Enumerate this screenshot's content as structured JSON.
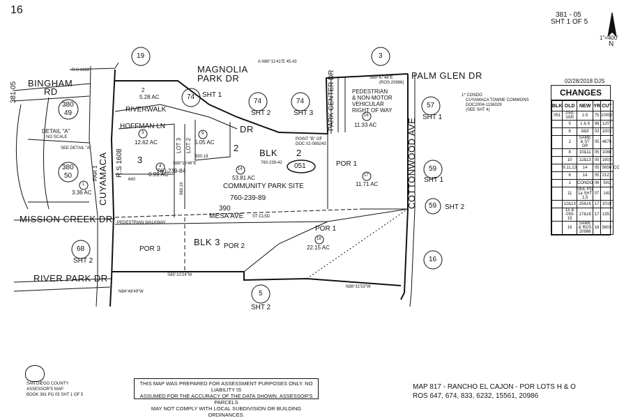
{
  "header": {
    "page_number": "16",
    "book_ref": "381 - 05",
    "sheet_ref": "SHT 1 OF 5",
    "scale": "1\"=400'",
    "north": "N",
    "side_ref": "381-05",
    "date_stamp": "02/28/2018 DJS"
  },
  "streets": {
    "magnolia": "MAGNOLIA",
    "park_dr": "PARK DR",
    "palm_glen": "PALM GLEN DR",
    "bingham": "BINGHAM",
    "bingham_rd": "RD",
    "cuyamaca": "CUYAMACA",
    "riverwalk": "RIVERWALK",
    "hoffman": "HOFFMAN LN",
    "mission_creek": "MISSION CREEK DR",
    "river_park": "RIVER PARK DR",
    "mesa_ave": "MESA AVE",
    "park_center": "PARK CENTER DR",
    "cottonwood": "COTTONWOOD AVE",
    "dr": "DR",
    "st_clsd": "ST  CLSD"
  },
  "bubbles": [
    {
      "id": "19",
      "label": "19"
    },
    {
      "id": "3",
      "label": "3"
    },
    {
      "id": "74a",
      "label": "74"
    },
    {
      "id": "74b",
      "label": "74"
    },
    {
      "id": "74c",
      "label": "74"
    },
    {
      "id": "57",
      "label": "57"
    },
    {
      "id": "380_49",
      "label": "380",
      "sub": "49"
    },
    {
      "id": "380_50",
      "label": "380",
      "sub": "50"
    },
    {
      "id": "59a",
      "label": "59"
    },
    {
      "id": "59b",
      "label": "59"
    },
    {
      "id": "68",
      "label": "68"
    },
    {
      "id": "5",
      "label": "5"
    },
    {
      "id": "16",
      "label": "16"
    }
  ],
  "sheet_labels": {
    "sht1_a": "SHT 1",
    "sht2_a": "SHT 2",
    "sht3": "SHT 3",
    "sht1_b": "SHT 1",
    "sht1_c": "SHT 1",
    "sht2_b": "SHT 2",
    "sht2_c": "SHT 2",
    "sht2_d": "SHT 2"
  },
  "parcels": {
    "p1": "1",
    "p1_ac": "3.36 AC",
    "p2": "2",
    "p2_ac": "5.28 AC",
    "p3": "3",
    "p3_ac": "12.62 AC",
    "p4": "4",
    "p4_ac": "0.99 AC",
    "p9": "9",
    "p9_ac": "5.05 AC",
    "p14": "14",
    "p14_ac": "53.81 AC",
    "p16": "16",
    "p16_ac": "11.33 AC",
    "p17": "17",
    "p17_ac": "11.71 AC",
    "p18": "18",
    "p18_ac": "22.15 AC"
  },
  "blocks": {
    "blk2": "BLK",
    "blk2_num": "2",
    "blk3": "BLK 3",
    "two": "2",
    "three": "3",
    "por1_a": "POR 1",
    "por1_b": "POR 1",
    "por2": "POR 2",
    "por3": "POR 3",
    "lot2": "LOT 2",
    "lot3": "LOT 3",
    "par1": "PAR 1",
    "rs": "R.S 1608"
  },
  "labels": {
    "community_park": "COMMUNITY PARK SITE",
    "apn_760_84": "760-239-84",
    "apn_760_89": "760-239-89",
    "apn_760_42": "760-239-42",
    "map_051": "051",
    "detail_a": "DETAIL \"A\"",
    "no_scale": "NO SCALE",
    "see_detail": "SEE DETAIL \"A\"",
    "pedestrian": "PEDESTRIAN",
    "pedestrian2": "& NON-MOTOR",
    "pedestrian3": "VEHICULAR",
    "pedestrian4": "RIGHT OF WAY",
    "ros": "(ROS 20986)",
    "ped_walkway": "PEDESTRIAN WALKWAY",
    "point_b": "POINT \"B\" OF",
    "doc_ref": "DOC 02-089243",
    "condo1": "1* CONDO",
    "condo2": "CUYAMACA TOWNE COMMONS",
    "condo3": "DOC2004-1136029",
    "condo4": "(SEE SHT 4)",
    "dim_390": "390",
    "dim_640": "640",
    "dim_550": "550.19",
    "dim_560": "560.19",
    "bearing_1": "S88°16'46\"E",
    "bearing_2": "S89°47'48\"E",
    "bearing_3": "N88°31'53\"W",
    "bearing_4": "S85°10'24\"W",
    "bearing_5": "N84°48'49\"W",
    "rs_1663": "R.S 1663",
    "a_bearing": "A  N80°11'41\"E  45.43"
  },
  "footer": {
    "county": "SAN DIEGO COUNTY",
    "assessor": "ASSESSOR'S MAP",
    "book": "BOOK 381 PG 05 SHT 1 OF 5",
    "disclaimer_1": "THIS MAP WAS PREPARED FOR ASSESSMENT PURPOSES ONLY.  NO LIABILITY IS",
    "disclaimer_2": "ASSUMED FOR THE ACCURACY OF THE DATA SHOWN.  ASSESSOR'S PARCELS",
    "disclaimer_3": "MAY NOT COMPLY WITH LOCAL SUBDIVISION OR BUILDING ORDINANCES.",
    "map_ref_1": "MAP 817 - RANCHO EL CAJON - POR LOTS H & O",
    "map_ref_2": "ROS 647, 674, 833, 6232, 15561, 20986"
  },
  "changes": {
    "title": "CHANGES",
    "columns": [
      "BLK",
      "OLD",
      "NEW",
      "YR",
      "CUT"
    ],
    "rows": [
      [
        "051",
        "-050-VAR",
        "1-5",
        "75",
        "10002"
      ],
      [
        "",
        "5",
        "1 & 6",
        "98",
        "1207"
      ],
      [
        "",
        "6",
        "8&9",
        "03",
        "1003"
      ],
      [
        "",
        "1",
        "SAME & ST OP",
        "05",
        "4678"
      ],
      [
        "",
        "8",
        "10&11",
        "05",
        "1088"
      ],
      [
        "",
        "10",
        "12&13",
        "05",
        "1903"
      ],
      [
        "",
        "9,11,13",
        "14",
        "05",
        "5656"
      ],
      [
        "",
        "6",
        "14",
        "05",
        "2121"
      ],
      [
        "",
        "1",
        "CONDO",
        "06",
        "501"
      ],
      [
        "",
        "11",
        "SEE PG 1a SHT 1,5",
        "07",
        "141"
      ],
      [
        "",
        "12&13",
        "15&16",
        "17",
        "1019"
      ],
      [
        "",
        "15 & -050-19",
        "17&18",
        "17",
        "1351"
      ],
      [
        "",
        "16",
        "SAME & ROS 20986",
        "18",
        "5603"
      ]
    ],
    "cc": "CC"
  }
}
